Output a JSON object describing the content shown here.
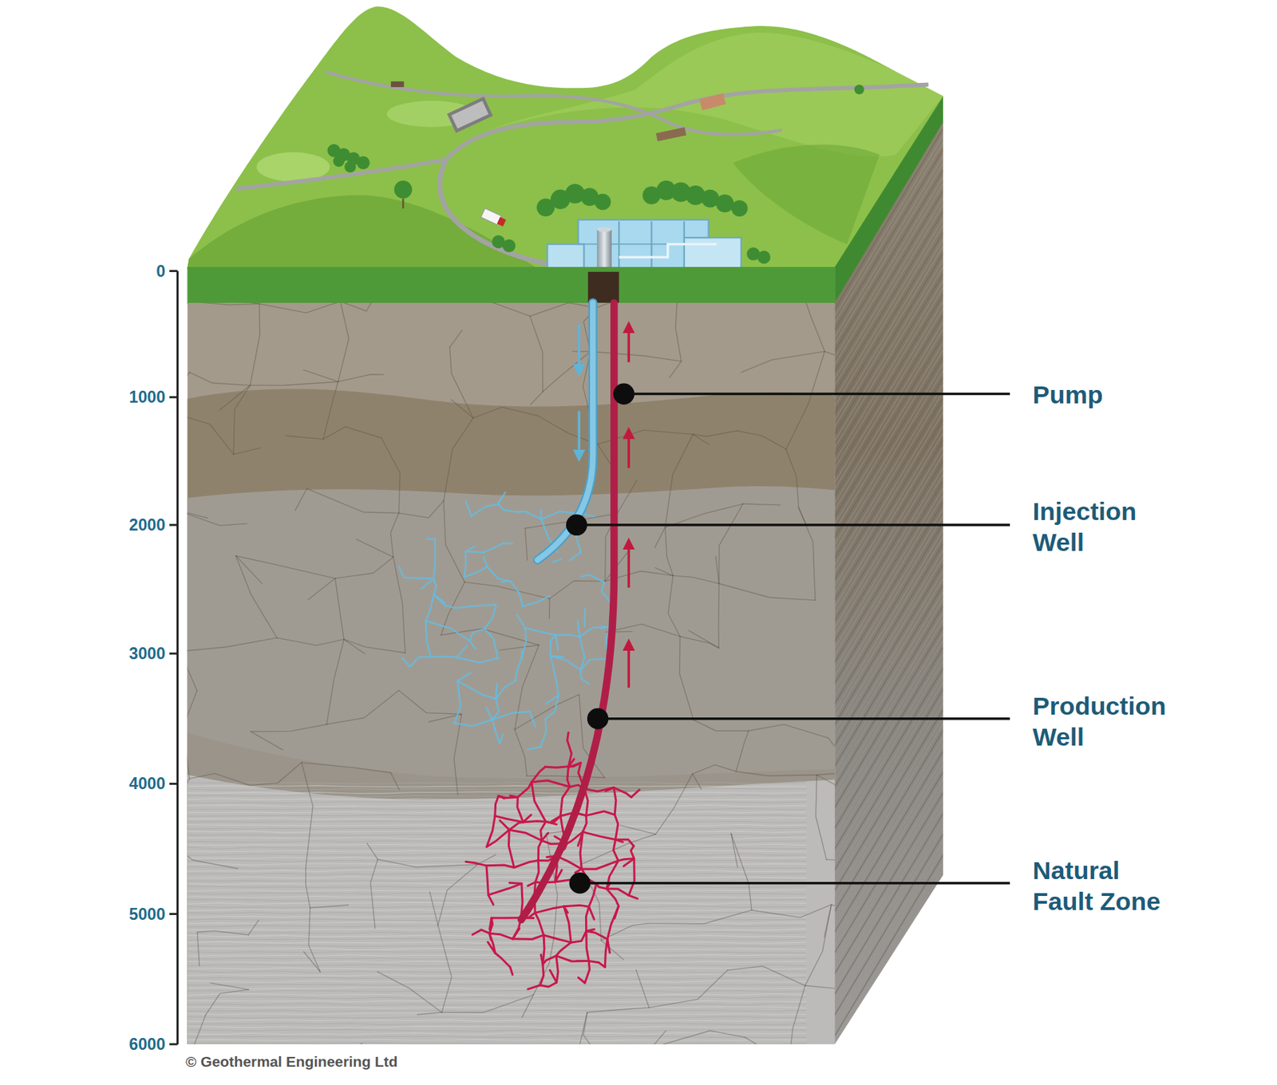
{
  "diagram": {
    "labels": [
      "0",
      "1000",
      "2000",
      "3000",
      "4000",
      "5000",
      "6000",
      "Pump",
      "Injection Well",
      "Production Well",
      "Natural Fault Zone",
      "© Geothermal Engineering Ltd"
    ]
  }
}
